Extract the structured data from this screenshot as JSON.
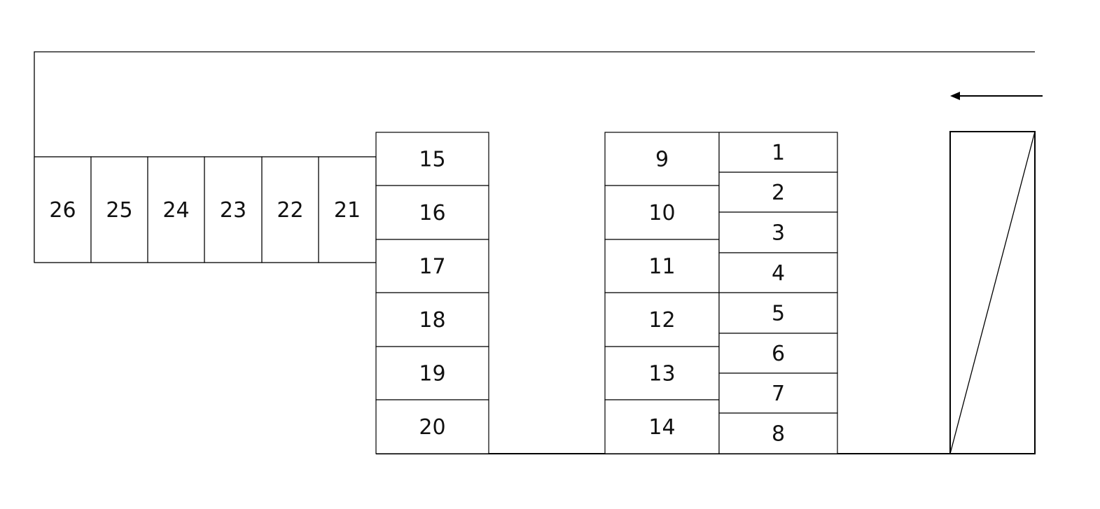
{
  "parking_lot": {
    "row_top_left": [
      "26",
      "25",
      "24",
      "23",
      "22",
      "21"
    ],
    "column_a": [
      "15",
      "16",
      "17",
      "18",
      "19",
      "20"
    ],
    "column_b": [
      "9",
      "10",
      "11",
      "12",
      "13",
      "14"
    ],
    "column_c": [
      "1",
      "2",
      "3",
      "4",
      "5",
      "6",
      "7",
      "8"
    ]
  },
  "entrance_arrow": {
    "direction": "left"
  },
  "colors": {
    "line": "#000000",
    "background": "#ffffff"
  }
}
